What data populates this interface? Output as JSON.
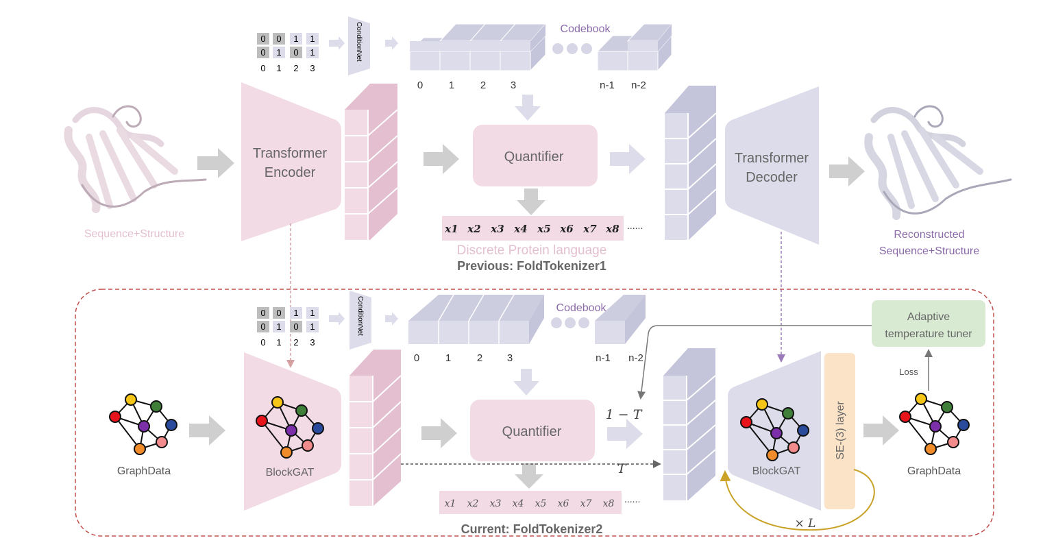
{
  "top": {
    "binary_grid": [
      [
        "0",
        "0",
        "1",
        "1"
      ],
      [
        "0",
        "1",
        "0",
        "1"
      ]
    ],
    "binary_index": [
      "0",
      "1",
      "2",
      "3"
    ],
    "condition_net": "ConditionNet",
    "codebook": "Codebook",
    "codebook_idx": [
      "0",
      "1",
      "2",
      "3",
      "n-1",
      "n-2"
    ],
    "encoder": [
      "Transformer",
      "Encoder"
    ],
    "quantifier": "Quantifier",
    "decoder": [
      "Transformer",
      "Decoder"
    ],
    "tokens": [
      "x1",
      "x2",
      "x3",
      "x4",
      "x5",
      "x6",
      "x7",
      "x8"
    ],
    "ellipsis": "......",
    "discrete_label": "Discrete Protein language",
    "input_label": "Sequence+Structure",
    "output_label": [
      "Reconstructed",
      "Sequence+Structure"
    ],
    "caption": "Previous: FoldTokenizer1"
  },
  "bottom": {
    "binary_grid": [
      [
        "0",
        "0",
        "1",
        "1"
      ],
      [
        "0",
        "1",
        "0",
        "1"
      ]
    ],
    "binary_index": [
      "0",
      "1",
      "2",
      "3"
    ],
    "condition_net": "ConditionNet",
    "codebook": "Codebook",
    "codebook_idx": [
      "0",
      "1",
      "2",
      "3",
      "n-1",
      "n-2"
    ],
    "encoder": "BlockGAT",
    "quantifier": "Quantifier",
    "decoder": "BlockGAT",
    "se3": "SE-(3) layer",
    "tokens": [
      "x1",
      "x2",
      "x3",
      "x4",
      "x5",
      "x6",
      "x7",
      "x8"
    ],
    "ellipsis": "......",
    "one_minus_t": "1 − T",
    "t": "T",
    "times_l": "× L",
    "input_label": "GraphData",
    "output_label": "GraphData",
    "loss": "Loss",
    "tuner": [
      "Adaptive",
      "temperature tuner"
    ],
    "caption": "Current: FoldTokenizer2"
  },
  "colors": {
    "pink": "#f3dbe6",
    "pink_dark": "#e3bfd0",
    "lavender": "#dcdcea",
    "lavender_dark": "#c4c4da",
    "purple_text": "#8a6aa8",
    "gray_arrow": "#cfcfcf",
    "red_dash": "#c0504d",
    "green": "#d9ead3",
    "orange": "#fbe3c8",
    "gold": "#c9a227"
  }
}
